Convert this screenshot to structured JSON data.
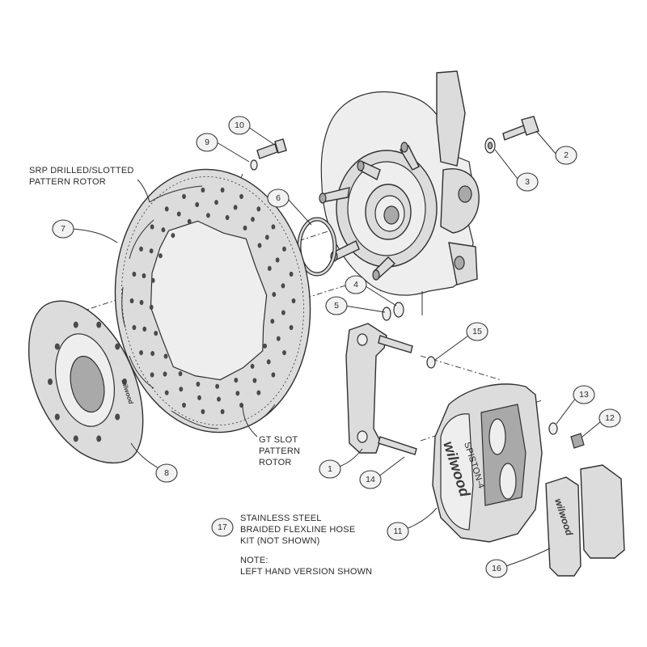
{
  "labels": {
    "srp_line1": "SRP DRILLED/SLOTTED",
    "srp_line2": "PATTERN ROTOR",
    "gt_line1": "GT SLOT",
    "gt_line2": "PATTERN",
    "gt_line3": "ROTOR",
    "hose_line1": "STAINLESS STEEL",
    "hose_line2": "BRAIDED FLEXLINE HOSE",
    "hose_line3": "KIT (NOT SHOWN)",
    "note_line1": "NOTE:",
    "note_line2": "LEFT HAND VERSION SHOWN"
  },
  "callouts": {
    "c1": "1",
    "c2": "2",
    "c3": "3",
    "c4": "4",
    "c5": "5",
    "c6": "6",
    "c7": "7",
    "c8": "8",
    "c9": "9",
    "c10": "10",
    "c11": "11",
    "c12": "12",
    "c13": "13",
    "c14": "14",
    "c15": "15",
    "c16": "16",
    "c17": "17"
  },
  "brand": {
    "caliper_logo": "wilwood",
    "caliper_model": "SPISTON-4",
    "pad_logo": "wilwood",
    "hat_logo": "wilwood"
  }
}
